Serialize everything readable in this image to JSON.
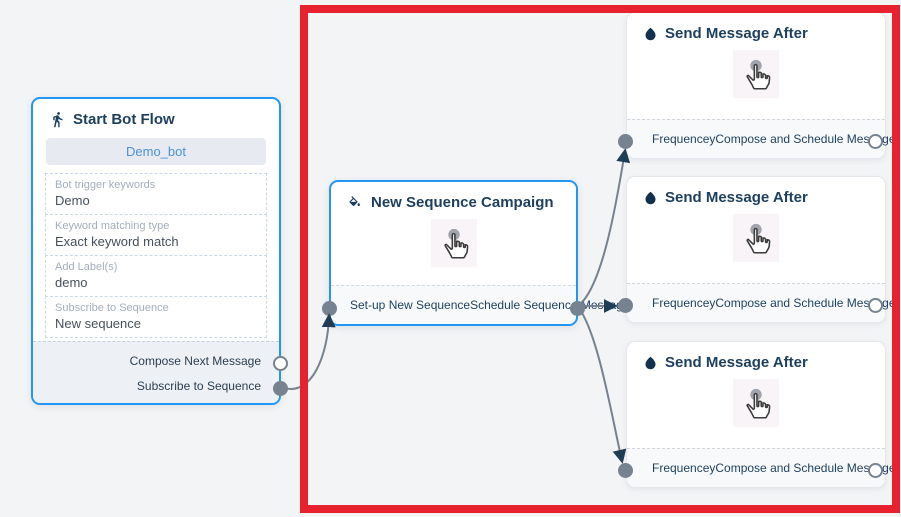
{
  "nodes": {
    "start": {
      "title": "Start Bot Flow",
      "icon": "walking-person-icon",
      "bot_button": "Demo_bot",
      "fields": [
        {
          "label": "Bot trigger keywords",
          "value": "Demo"
        },
        {
          "label": "Keyword matching type",
          "value": "Exact keyword match"
        },
        {
          "label": "Add Label(s)",
          "value": "demo"
        },
        {
          "label": "Subscribe to Sequence",
          "value": "New sequence"
        }
      ],
      "outputs": [
        {
          "label": "Compose Next Message",
          "port_style": "open"
        },
        {
          "label": "Subscribe to Sequence",
          "port_style": "filled"
        }
      ]
    },
    "sequence": {
      "title": "New Sequence Campaign",
      "icon": "paint-bucket-icon",
      "body_icon": "hand-cursor-icon",
      "left_output": "Set-up New Sequence",
      "right_output": "Schedule Sequence Message"
    },
    "send": {
      "title": "Send Message After",
      "icon": "water-drop-icon",
      "body_icon": "hand-cursor-icon",
      "left_output": "Frequencey",
      "right_output": "Compose and Schedule Message"
    }
  },
  "colors": {
    "canvas_bg": "#f3f4f6",
    "node_border_blue": "#2196f3",
    "title_text": "#1d3f5e",
    "edge": "#76828f",
    "arrowhead": "#1f3e55",
    "port_fill": "#76828f",
    "highlight_red": "#e8212e",
    "bot_pill_bg": "#e7ebf1",
    "bot_pill_text": "#4a90d9"
  }
}
